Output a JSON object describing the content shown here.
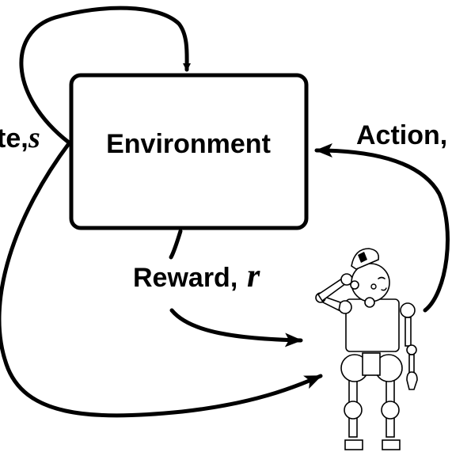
{
  "diagram": {
    "environment_label": "Environment",
    "state_label": "te,",
    "state_symbol": "s",
    "reward_label": "Reward,",
    "reward_symbol": "r",
    "action_label": "Action,"
  }
}
